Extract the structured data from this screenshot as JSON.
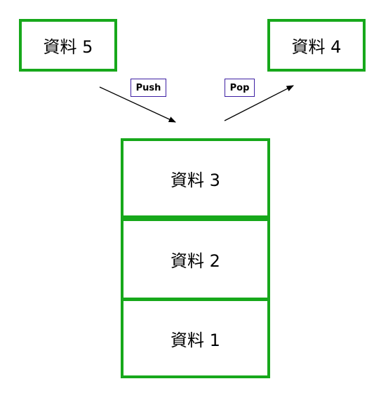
{
  "incoming_item": {
    "label": "資料 5"
  },
  "outgoing_item": {
    "label": "資料 4"
  },
  "push_label": "Push",
  "pop_label": "Pop",
  "stack_items": [
    "資料 3",
    "資料 2",
    "資料 1"
  ],
  "colors": {
    "box_border": "#17a81b",
    "tag_border": "#3d1fa3",
    "arrow": "#000000"
  }
}
